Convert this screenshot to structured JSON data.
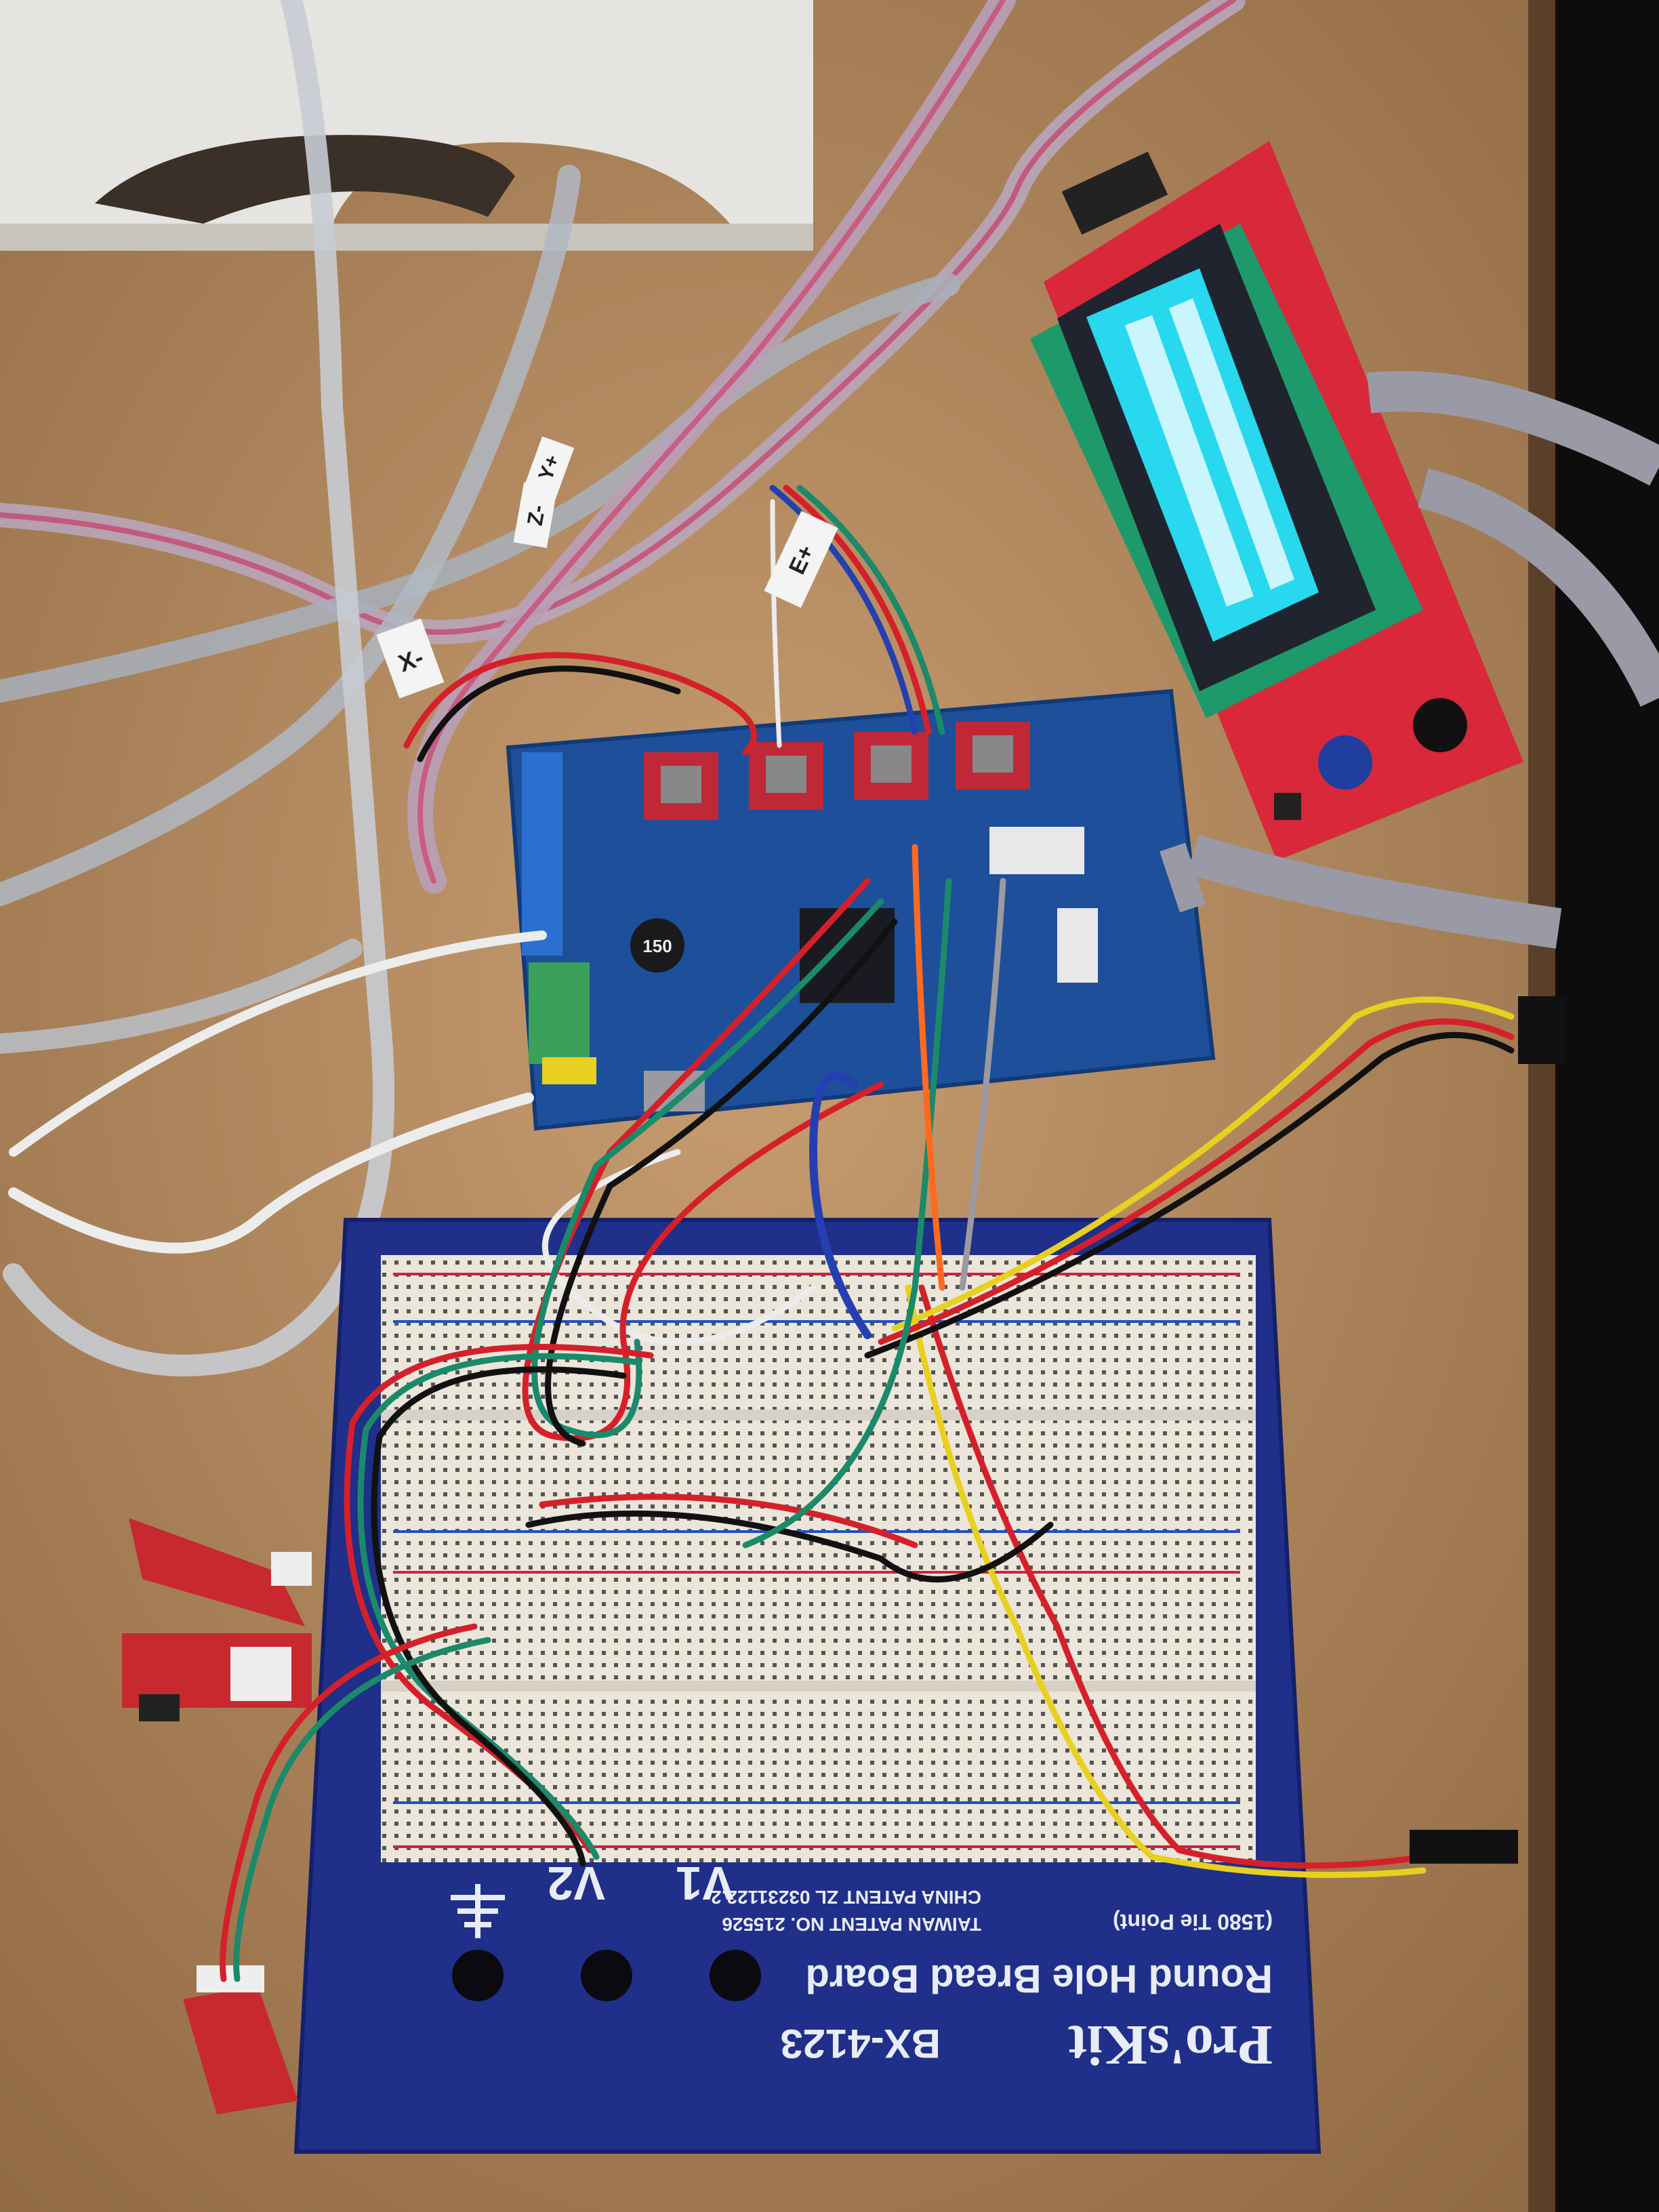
{
  "scene": {
    "description_labels": {
      "breadboard_brand": "Pro'sKit",
      "breadboard_model": "BX-4123",
      "breadboard_title": "Round Hole Bread Board",
      "breadboard_tie_points": "(1580 Tie Point)",
      "taiwan_patent": "TAIWAN PATENT NO. 215526",
      "china_patent": "CHINA PATENT ZL 03231122.2",
      "terminal_v1": "V1",
      "terminal_v2": "V2",
      "inductor_marking": "150"
    },
    "wire_tags": [
      "X-",
      "Z-",
      "Y+",
      "E+"
    ]
  },
  "colors": {
    "desk": "#b88f63",
    "breadboard_base": "#1f2f8a",
    "breadboard_strip": "#ece6da",
    "controller_board": "#1e4f9a",
    "lcd_pcb": "#d8283a",
    "lcd_screen": "#27d8ee",
    "wire_red": "#d5202a",
    "wire_green": "#1a8a6a",
    "wire_blue": "#2440b0",
    "wire_black": "#111111",
    "wire_yellow": "#e8d020"
  }
}
